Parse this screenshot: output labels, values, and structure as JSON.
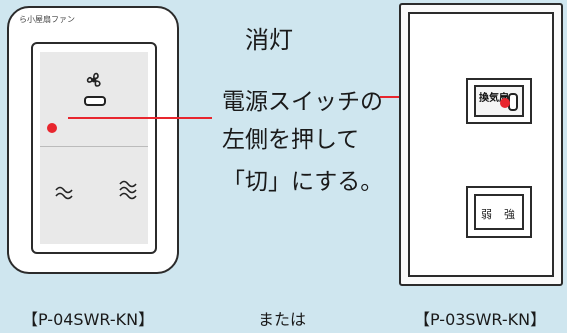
{
  "remote": {
    "brand": "ら小屋扇ファン",
    "icons": [
      "fan-icon",
      "airflow-low-icon",
      "airflow-high-icon"
    ]
  },
  "instruction": {
    "state": "消灯",
    "line1": "電源スイッチの",
    "line2": "左側を押して",
    "line3": "「切」にする。"
  },
  "wall_switch": {
    "fan_label": "換気扇",
    "weak_label": "弱",
    "strong_label": "強"
  },
  "captions": {
    "left_model": "【P-04SWR-KN】",
    "or": "または",
    "right_model": "【P-03SWR-KN】"
  },
  "colors": {
    "background": "#cfe6ef",
    "indicator": "#e8262e"
  }
}
